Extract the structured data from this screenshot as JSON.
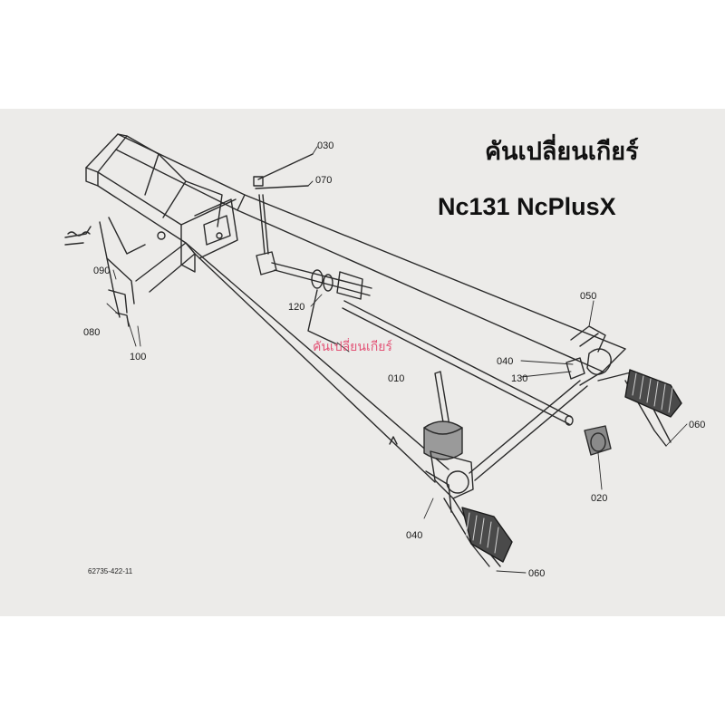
{
  "title": {
    "thai": "คันเปลี่ยนเกียร์",
    "model": "Nc131 NcPlusX"
  },
  "watermark": "คันเปลี่ยนเกียร์",
  "drawing_code": "62735-422-11",
  "part_labels": [
    {
      "id": "p030",
      "text": "030"
    },
    {
      "id": "p070",
      "text": "070"
    },
    {
      "id": "p090",
      "text": "090"
    },
    {
      "id": "p080",
      "text": "080"
    },
    {
      "id": "p100",
      "text": "100"
    },
    {
      "id": "p120",
      "text": "120"
    },
    {
      "id": "p010",
      "text": "010"
    },
    {
      "id": "p050",
      "text": "050"
    },
    {
      "id": "p040a",
      "text": "040"
    },
    {
      "id": "p130",
      "text": "130"
    },
    {
      "id": "p060a",
      "text": "060"
    },
    {
      "id": "p020",
      "text": "020"
    },
    {
      "id": "p040b",
      "text": "040"
    },
    {
      "id": "p060b",
      "text": "060"
    }
  ],
  "colors": {
    "paper": "#ecebe9",
    "line": "#2a2a2a",
    "grip": "#3a3a3a",
    "watermark": "#e23a64"
  }
}
